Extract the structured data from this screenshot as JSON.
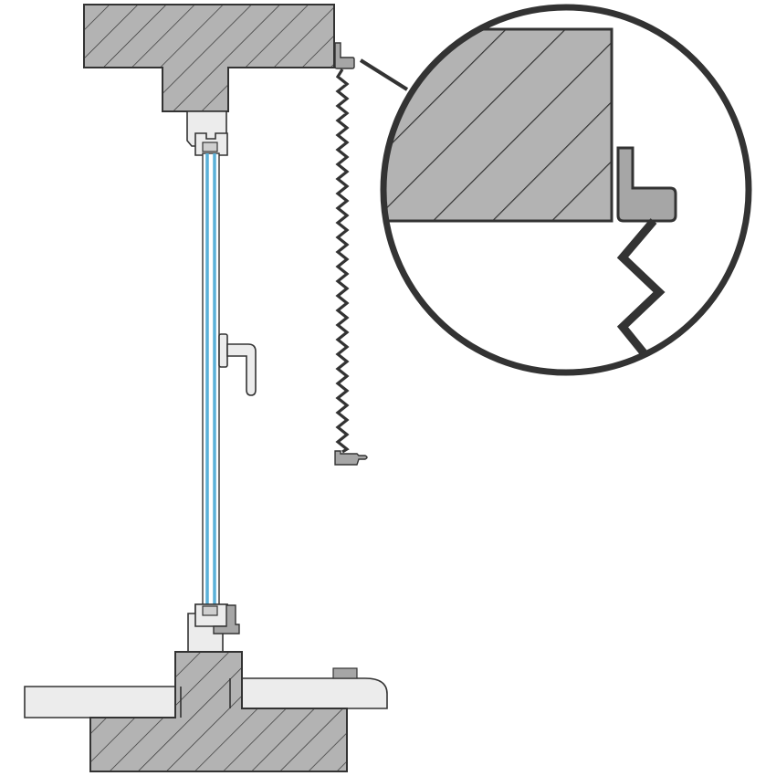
{
  "diagram": {
    "kind": "cross-section",
    "subject": "window-with-pleated-blind",
    "detail_view": "blind-top-bracket-magnified",
    "colors": {
      "hatch_fill": "#b3b3b3",
      "outline": "#333333",
      "part_fill": "#ececec",
      "bracket_fill": "#a6a6a6",
      "glass": "#5ab0d8",
      "background": "#ffffff"
    },
    "icons": {
      "blind": "zigzag-pleat-icon",
      "handle": "window-handle-icon",
      "bracket": "l-bracket-icon"
    }
  }
}
